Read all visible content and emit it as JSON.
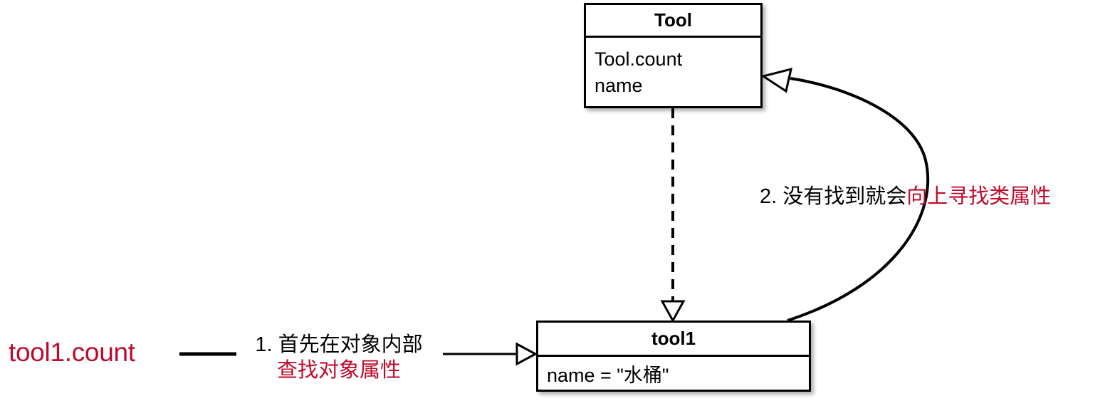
{
  "diagram": {
    "title_tool_class": "Tool",
    "title_tool_instance": "tool1",
    "background_color": "#ffffff",
    "line_color": "#000000",
    "accent_color": "#BE0A2B"
  },
  "tool_class": {
    "name": "Tool",
    "attributes": [
      "Tool.count",
      "name"
    ]
  },
  "tool_instance": {
    "name": "tool1",
    "attributes": [
      "name = \"水桶\""
    ]
  },
  "expression": {
    "text": "tool1.count"
  },
  "steps": [
    {
      "id": "step-1",
      "line1": "1. 首先在对象内部",
      "line2": "查找对象属性"
    },
    {
      "id": "step-2",
      "line1": "2. 没有找到就会",
      "line2": "向上寻找类属性"
    }
  ],
  "connectors": {
    "expression_stub": "plain-line",
    "lookup_arrow": "hollow-triangle-arrow",
    "instantiation_arrow": "dashed-hollow-triangle-arrow",
    "inheritance_curve": "curved-hollow-triangle-arrow"
  }
}
